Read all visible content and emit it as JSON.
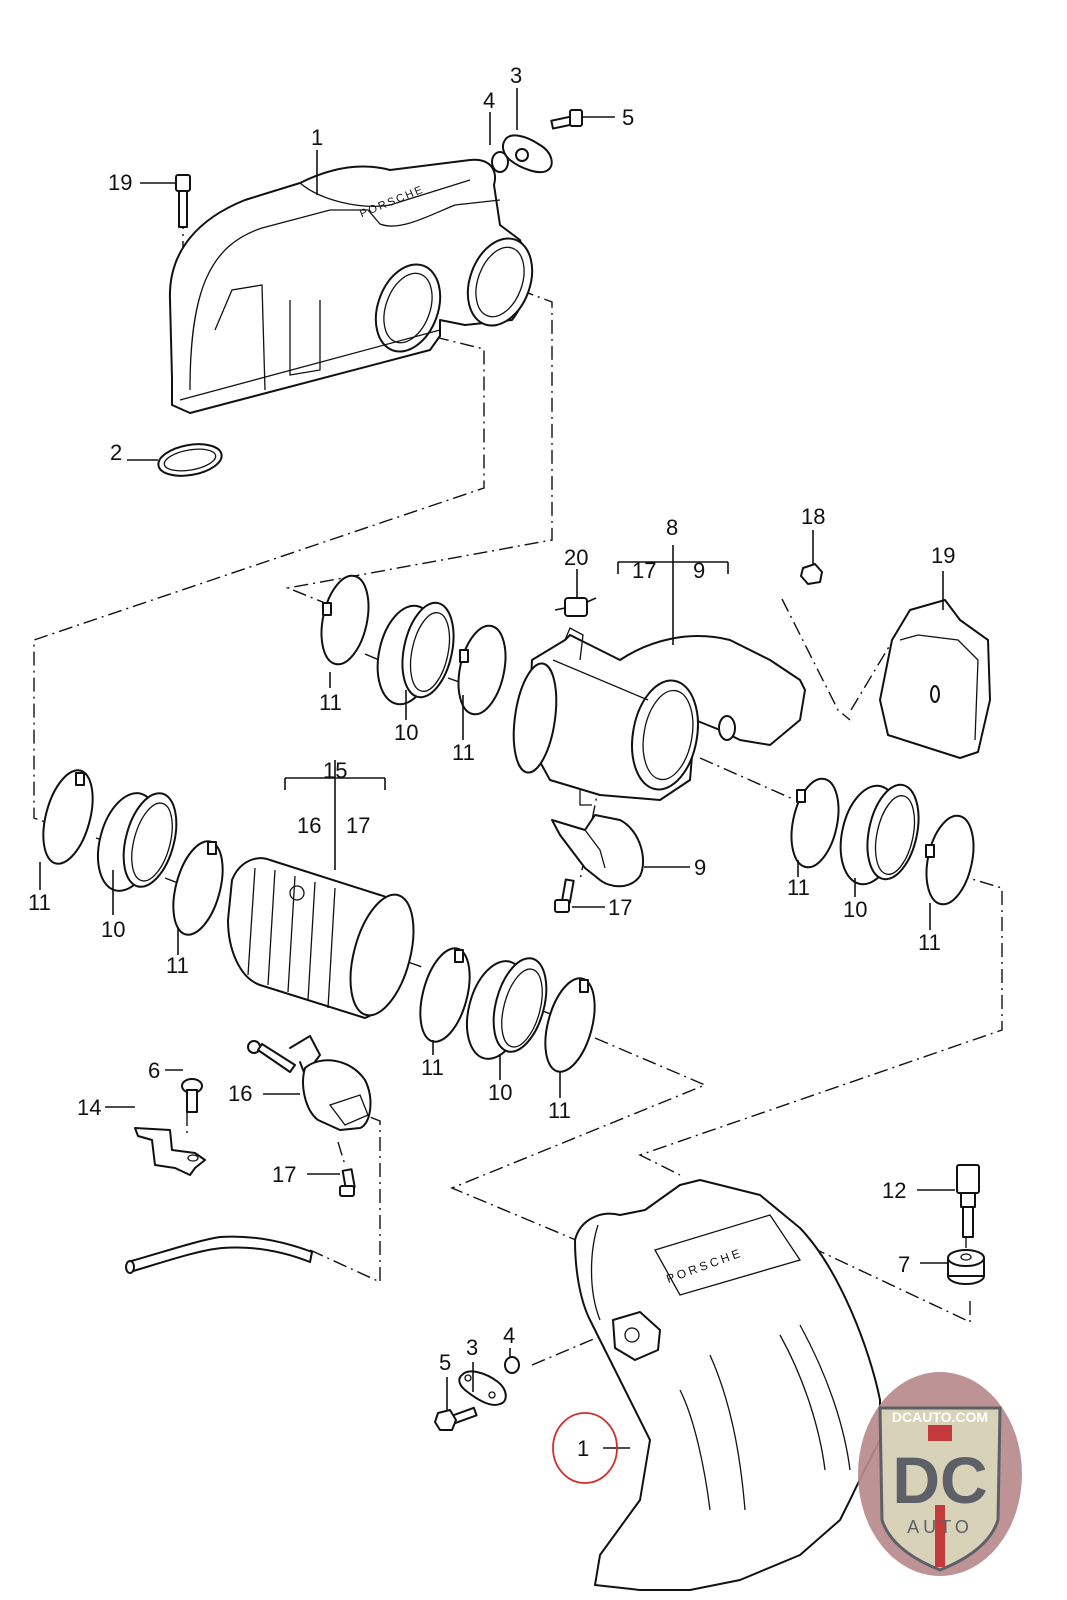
{
  "diagram": {
    "title": "Porsche intake manifold / throttle housing exploded parts diagram",
    "callouts": {
      "top_manifold": "1",
      "top_gasket": "2",
      "top_cover_plate": "3",
      "top_oring": "4",
      "top_screw": "5",
      "top_bolt": "19",
      "housing_group": "8",
      "housing_sub_a": "17",
      "housing_sub_b": "9",
      "nut": "18",
      "throttle_body": "19",
      "damper": "20",
      "clamp_a": "11",
      "sleeve_a": "10",
      "clamp_b": "11",
      "clamp_c": "11",
      "sleeve_c": "10",
      "clamp_d": "11",
      "actuator_9": "9",
      "screw_17": "17",
      "bellows_group": "15",
      "bellows_sub_a": "16",
      "bellows_sub_b": "17",
      "clamp_e": "11",
      "sleeve_e": "10",
      "clamp_f": "11",
      "clamp_g": "11",
      "sleeve_g": "10",
      "clamp_h": "11",
      "screw_6": "6",
      "bracket_14": "14",
      "actuator_16": "16",
      "screw_17b": "17",
      "sensor_12": "12",
      "grommet_7": "7",
      "bottom_screw": "5",
      "bottom_cover_plate": "3",
      "bottom_oring": "4",
      "bottom_manifold": "1"
    },
    "brand_embossing": "PORSCHE",
    "highlighted_callout": "1",
    "highlight_color": "#d0302c"
  },
  "watermark": {
    "url_text": "DCAUTO.COM",
    "logo_letters": "DC",
    "logo_word": "AUTO",
    "colors": {
      "background": "#b98a8c",
      "shield": "#d8d2b8",
      "letters": "#5d6067",
      "accent": "#c4393b"
    }
  }
}
